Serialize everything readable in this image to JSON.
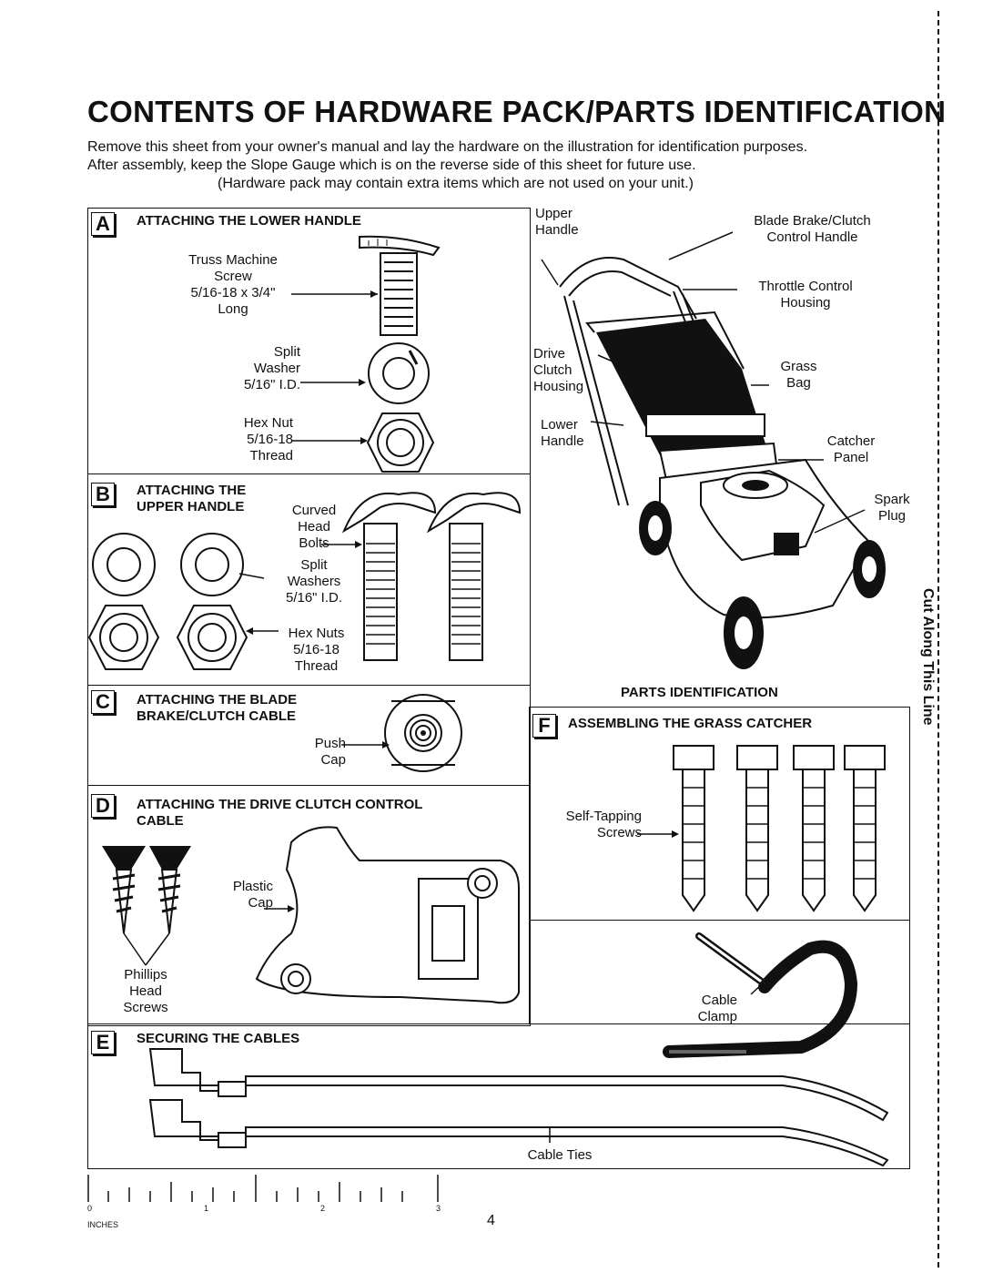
{
  "header": {
    "title": "CONTENTS OF HARDWARE PACK/PARTS IDENTIFICATION",
    "intro_line1": "Remove this sheet from your owner's manual and lay the hardware on the illustration for identification purposes.",
    "intro_line2": "After assembly, keep the Slope Gauge which is on the reverse side of this sheet for future use.",
    "intro_line3": "(Hardware pack may contain extra items which are not used on your unit.)"
  },
  "section_a": {
    "letter": "A",
    "heading": "ATTACHING THE LOWER HANDLE",
    "screw_label": "Truss Machine\nScrew\n5/16-18 x 3/4\"\nLong",
    "washer_label": "Split\nWasher\n5/16\" I.D.",
    "nut_label": "Hex Nut\n5/16-18\nThread"
  },
  "section_b": {
    "letter": "B",
    "heading": "ATTACHING THE\nUPPER HANDLE",
    "bolts_label": "Curved\nHead\nBolts",
    "washers_label": "Split\nWashers\n5/16\" I.D.",
    "nuts_label": "Hex Nuts\n5/16-18\nThread"
  },
  "section_c": {
    "letter": "C",
    "heading": "ATTACHING THE BLADE\nBRAKE/CLUTCH CABLE",
    "cap_label": "Push\nCap"
  },
  "section_d": {
    "letter": "D",
    "heading": "ATTACHING THE DRIVE CLUTCH CONTROL\nCABLE",
    "plastic_cap_label": "Plastic\nCap",
    "screws_label": "Phillips\nHead\nScrews"
  },
  "section_e": {
    "letter": "E",
    "heading": "SECURING THE CABLES",
    "ties_label": "Cable Ties"
  },
  "mower": {
    "upper_handle": "Upper\nHandle",
    "blade_brake": "Blade Brake/Clutch\nControl Handle",
    "throttle": "Throttle Control\nHousing",
    "drive_clutch": "Drive\nClutch\nHousing",
    "grass_bag": "Grass\nBag",
    "lower_handle": "Lower\nHandle",
    "catcher_panel": "Catcher\nPanel",
    "spark_plug": "Spark\nPlug",
    "caption": "PARTS IDENTIFICATION"
  },
  "section_f": {
    "letter": "F",
    "heading": "ASSEMBLING THE GRASS CATCHER",
    "screws_label": "Self-Tapping\nScrews",
    "clamp_label": "Cable\nClamp"
  },
  "ruler": {
    "tick_0": "0",
    "tick_1": "1",
    "tick_2": "2",
    "tick_3": "3",
    "unit": "INCHES"
  },
  "page_number": "4",
  "cut_line_text": "Cut Along This Line"
}
